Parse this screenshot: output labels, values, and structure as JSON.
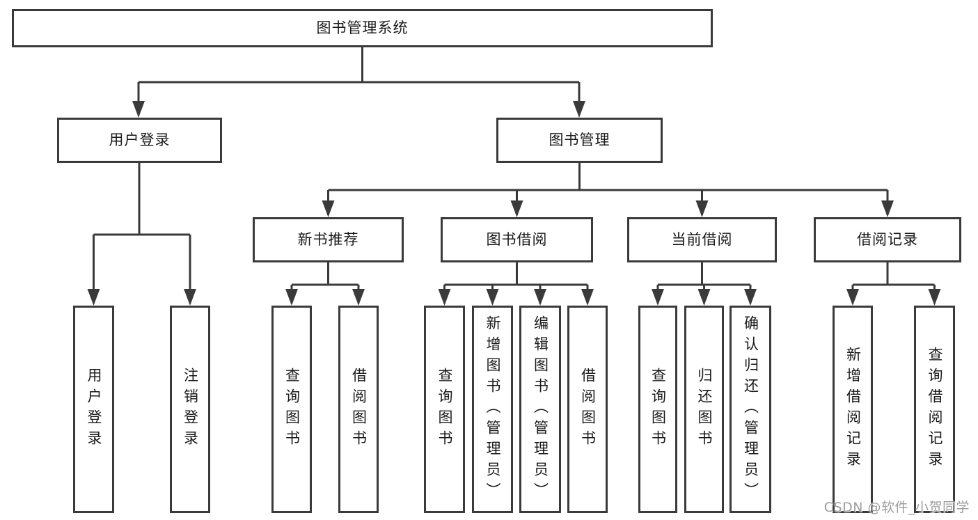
{
  "colors": {
    "line": "#3a3a3a",
    "text": "#1a1a1a",
    "background": "#ffffff",
    "watermark": "#9c9c9c"
  },
  "watermark": {
    "text": "CSDN @软件_小贺同学"
  },
  "tree": {
    "root": {
      "label": "图书管理系统",
      "children": [
        {
          "label": "用户登录",
          "children": [
            {
              "label": "用户登录"
            },
            {
              "label": "注销登录"
            }
          ]
        },
        {
          "label": "图书管理",
          "children": [
            {
              "label": "新书推荐",
              "children": [
                {
                  "label": "查询图书"
                },
                {
                  "label": "借阅图书"
                }
              ]
            },
            {
              "label": "图书借阅",
              "children": [
                {
                  "label": "查询图书"
                },
                {
                  "label": "新增图书（管理员）"
                },
                {
                  "label": "编辑图书（管理员）"
                },
                {
                  "label": "借阅图书"
                }
              ]
            },
            {
              "label": "当前借阅",
              "children": [
                {
                  "label": "查询图书"
                },
                {
                  "label": "归还图书"
                },
                {
                  "label": "确认归还（管理员）"
                }
              ]
            },
            {
              "label": "借阅记录",
              "children": [
                {
                  "label": "新增借阅记录"
                },
                {
                  "label": "查询借阅记录"
                }
              ]
            }
          ]
        }
      ]
    }
  }
}
